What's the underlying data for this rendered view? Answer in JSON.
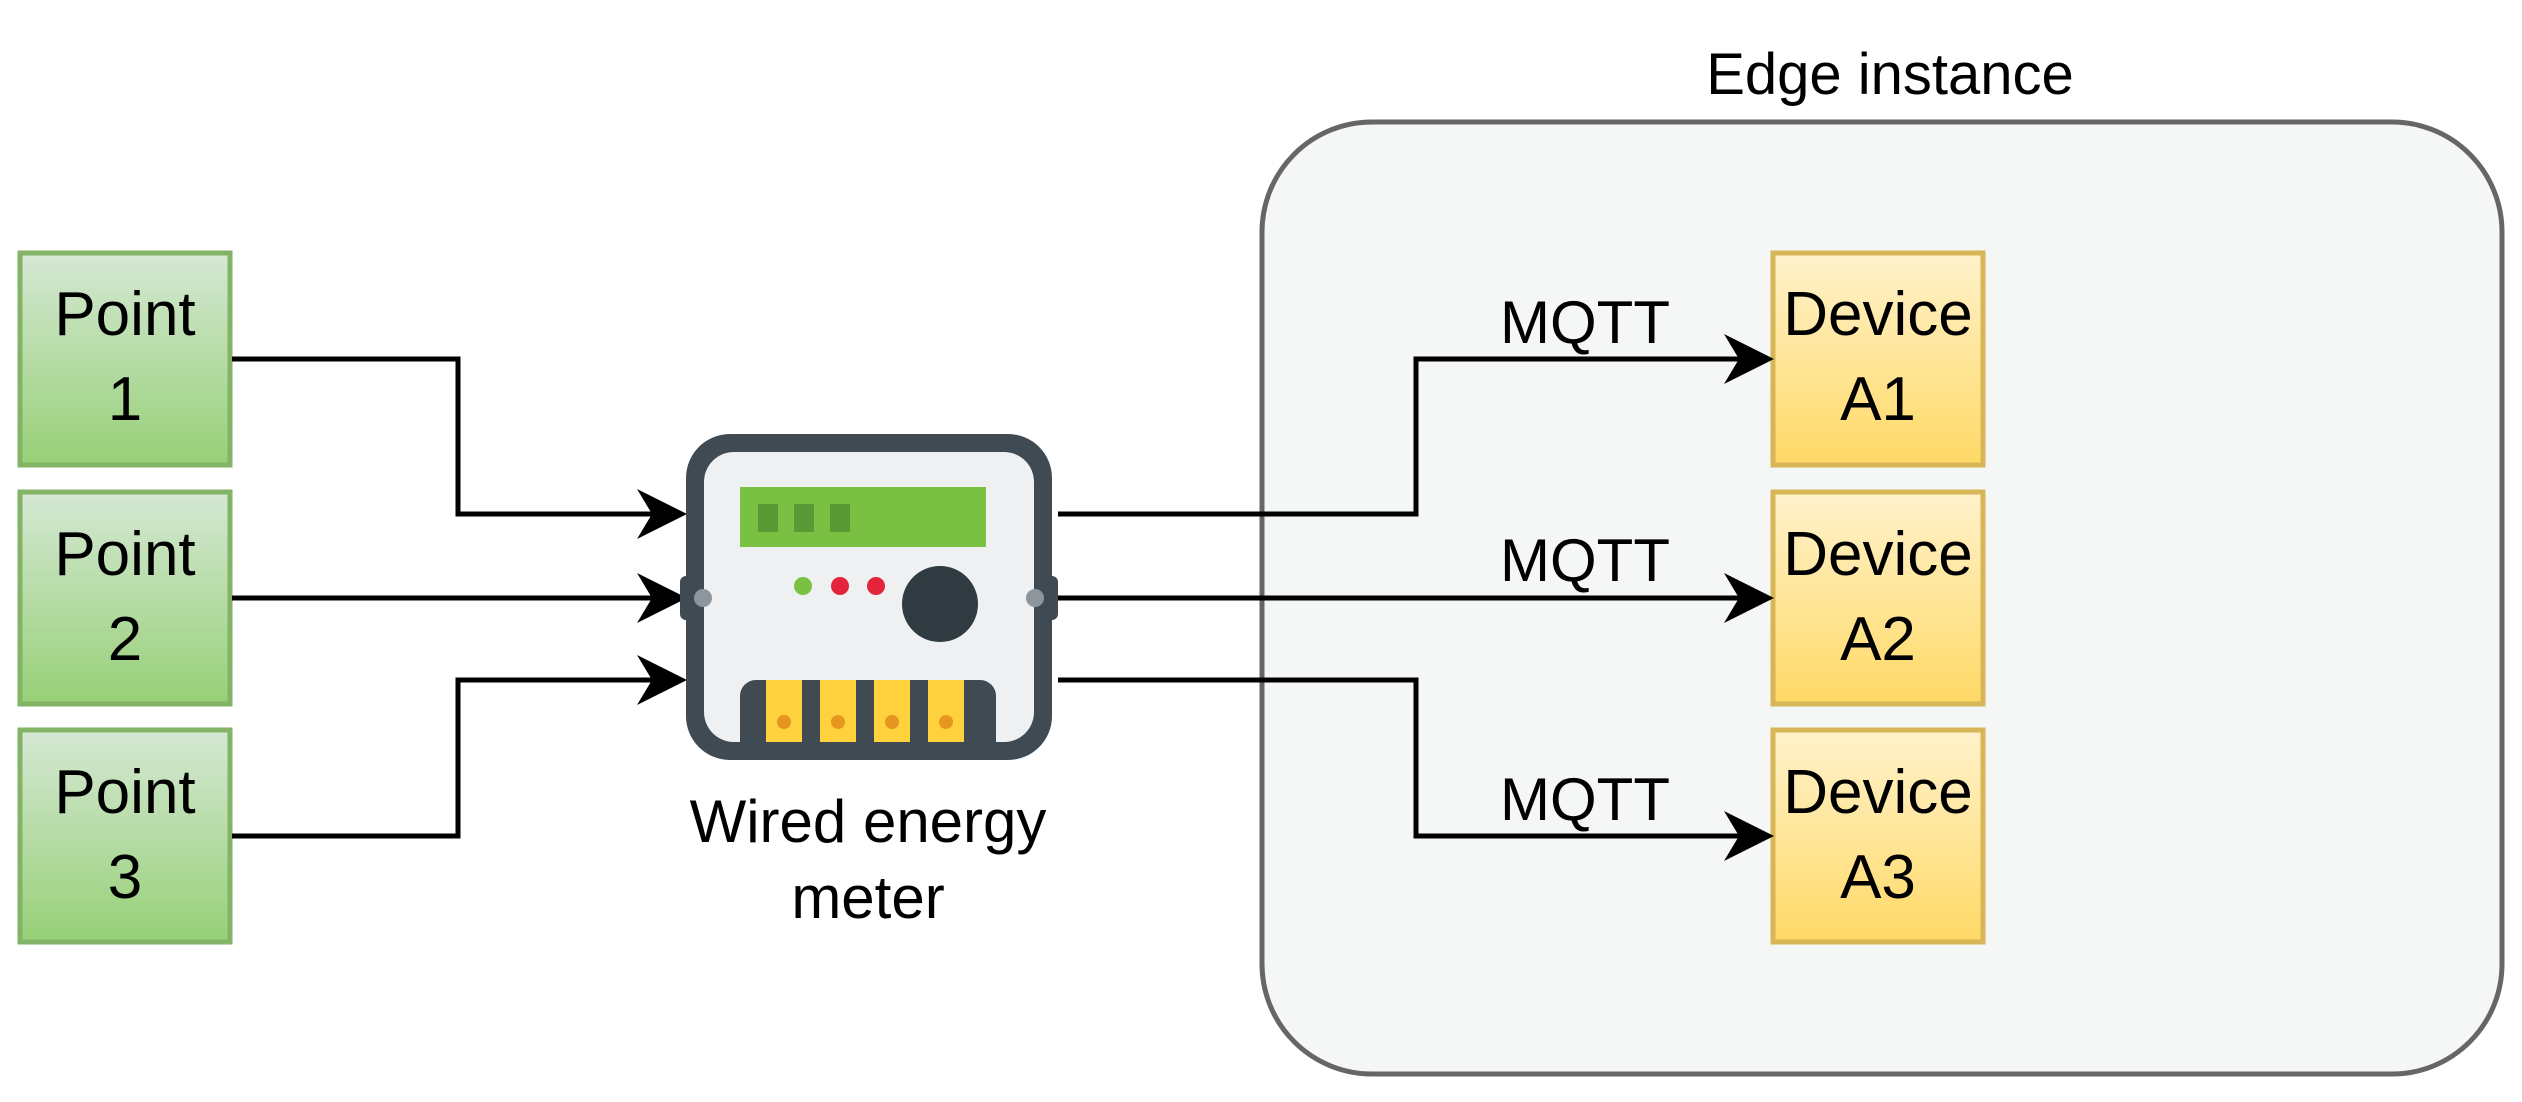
{
  "container": {
    "label": "Edge instance"
  },
  "points": [
    {
      "line1": "Point",
      "line2": "1"
    },
    {
      "line1": "Point",
      "line2": "2"
    },
    {
      "line1": "Point",
      "line2": "3"
    }
  ],
  "meter": {
    "line1": "Wired energy",
    "line2": "meter"
  },
  "devices": [
    {
      "line1": "Device",
      "line2": "A1",
      "protocol": "MQTT"
    },
    {
      "line1": "Device",
      "line2": "A2",
      "protocol": "MQTT"
    },
    {
      "line1": "Device",
      "line2": "A3",
      "protocol": "MQTT"
    }
  ],
  "colors": {
    "point_fill_top": "#d5e8d4",
    "point_fill_bottom": "#97d077",
    "point_stroke": "#82b366",
    "device_fill_top": "#fff2cc",
    "device_fill_bottom": "#ffd966",
    "device_stroke": "#d6b656",
    "container_fill": "#f5f7f6",
    "container_stroke": "#666666",
    "meter_body": "#3f4a52",
    "meter_face": "#eef0f1",
    "meter_display": "#7ac143",
    "meter_terminal": "#ffd13d"
  }
}
